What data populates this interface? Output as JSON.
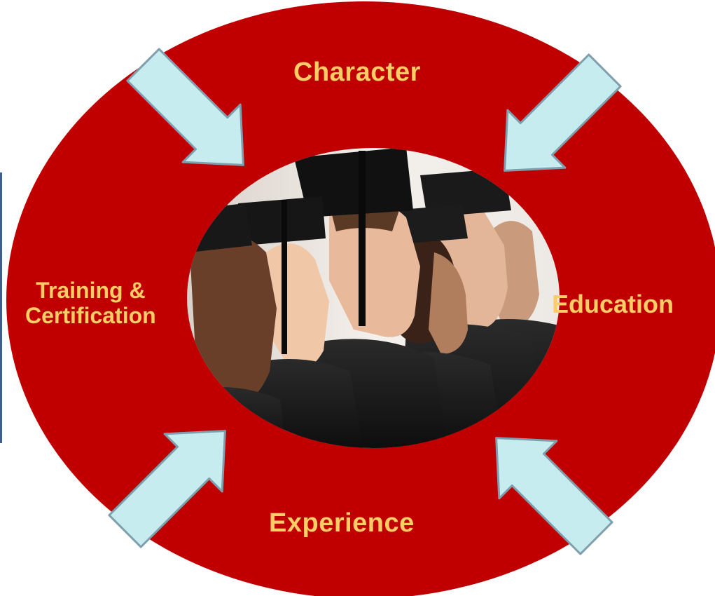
{
  "diagram": {
    "labels": {
      "top": "Character",
      "left": "Training &\nCertification",
      "right": "Education",
      "bottom": "Experience"
    },
    "colors": {
      "ring": "#c00000",
      "arrow_fill": "#c6ecef",
      "arrow_stroke": "#7f9fae",
      "label_text": "#ffcc66",
      "photo_backdrop": "#e8e2dc"
    },
    "center_image": {
      "subject": "graduates in caps and gowns, profile view"
    },
    "arrows": [
      {
        "name": "arrow-top-left",
        "direction": "inward"
      },
      {
        "name": "arrow-top-right",
        "direction": "inward"
      },
      {
        "name": "arrow-bottom-left",
        "direction": "inward"
      },
      {
        "name": "arrow-bottom-right",
        "direction": "inward"
      }
    ]
  }
}
